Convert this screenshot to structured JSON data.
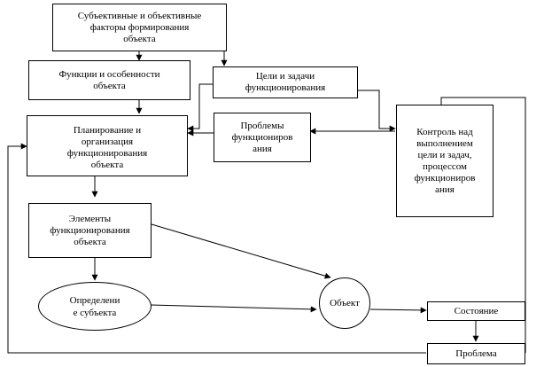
{
  "nodes": {
    "factors": "Субъективные и объективные\nфакторы формирования\nобъекта",
    "functions": "Функции и особенности\nобъекта",
    "goals": "Цели и задачи\nфункционирования",
    "planning": "Планирование и\nорганизация\nфункционирования\nобъекта",
    "problems": "Проблемы\nфункциониров\nания",
    "control": "Контроль над\nвыполнением\nцели и задач,\nпроцессом\nфункциониров\nания",
    "elements": "Элементы\nфункционирования\nобъекта",
    "subject": "Определени\nе субъекта",
    "object": "Объект",
    "state": "Состояние",
    "problem": "Проблема"
  }
}
